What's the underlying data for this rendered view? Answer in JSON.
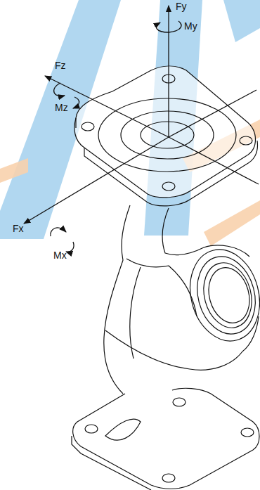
{
  "diagram": {
    "labels": [
      "Fy",
      "My",
      "Fz",
      "Mz",
      "Fx",
      "Mx"
    ]
  }
}
